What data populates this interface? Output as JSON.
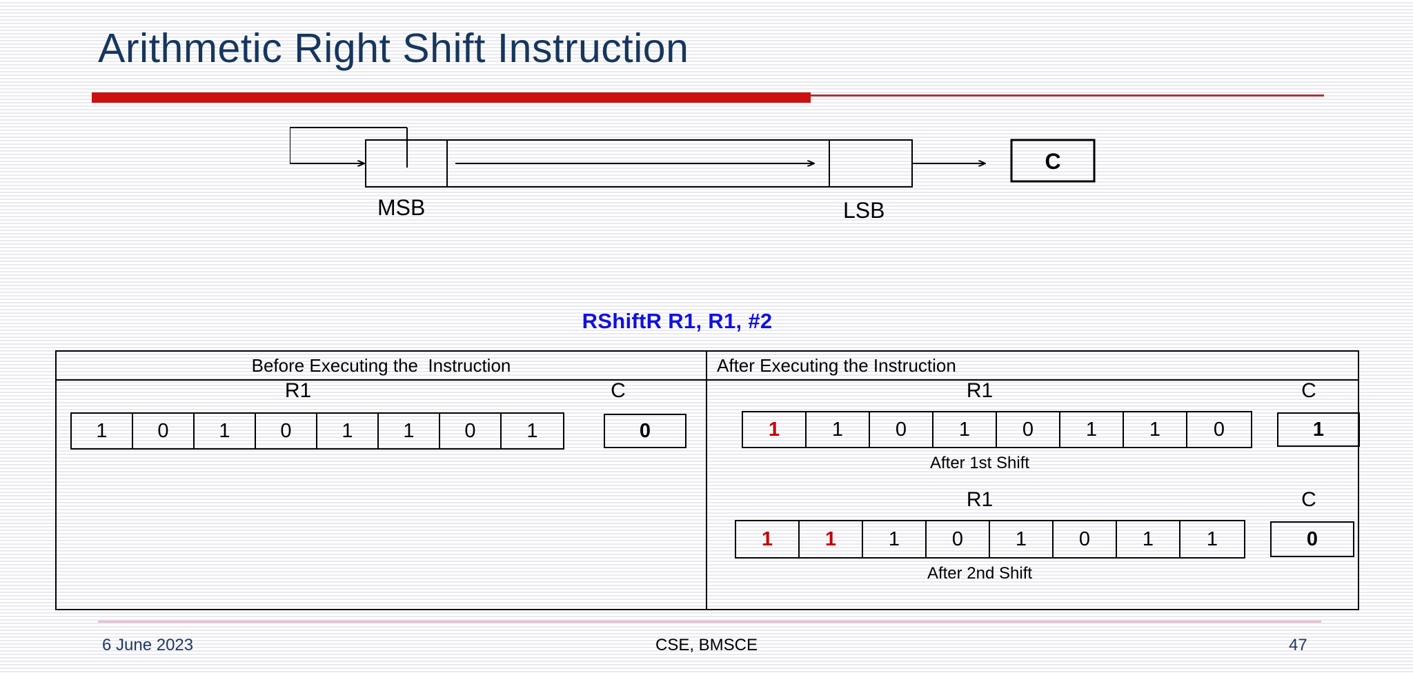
{
  "slide": {
    "title": "Arithmetic Right Shift Instruction",
    "accent_color": "#cc1010",
    "title_color": "#16365c"
  },
  "diagram": {
    "msb_label": "MSB",
    "lsb_label": "LSB",
    "carry_label": "C",
    "feedback_note": "MSB fed back into MSB",
    "shift_direction": "right"
  },
  "instruction": {
    "text": "RShiftR R1, R1, #2",
    "color": "#1111dd"
  },
  "table": {
    "headers": {
      "before": "Before Executing the  Instruction",
      "after": "After Executing the Instruction"
    },
    "before": {
      "register_label": "R1",
      "carry_label": "C",
      "bits": [
        "1",
        "0",
        "1",
        "0",
        "1",
        "1",
        "0",
        "1"
      ],
      "bit_colors": [
        "black",
        "black",
        "black",
        "black",
        "black",
        "black",
        "black",
        "black"
      ],
      "carry": "0"
    },
    "after_first": {
      "register_label": "R1",
      "carry_label": "C",
      "bits": [
        "1",
        "1",
        "0",
        "1",
        "0",
        "1",
        "1",
        "0"
      ],
      "bit_colors": [
        "red",
        "black",
        "black",
        "black",
        "black",
        "black",
        "black",
        "black"
      ],
      "carry": "1",
      "caption": "After 1st Shift"
    },
    "after_second": {
      "register_label": "R1",
      "carry_label": "C",
      "bits": [
        "1",
        "1",
        "1",
        "0",
        "1",
        "0",
        "1",
        "1"
      ],
      "bit_colors": [
        "red",
        "red",
        "black",
        "black",
        "black",
        "black",
        "black",
        "black"
      ],
      "carry": "0",
      "caption": "After 2nd Shift"
    }
  },
  "footer": {
    "date": "6 June 2023",
    "center": "CSE, BMSCE",
    "page_number": "47"
  }
}
